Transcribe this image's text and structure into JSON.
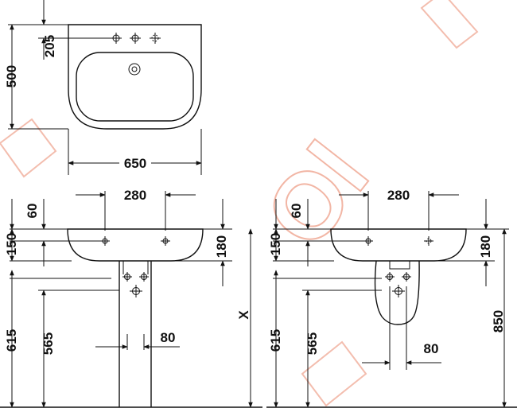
{
  "watermark": {
    "text": "Ol",
    "color": "#f2b6a5"
  },
  "top_view": {
    "width_label": "650",
    "depth_label": "500",
    "tap_offset_label": "205"
  },
  "front_pedestal": {
    "top_label": "280",
    "side_label_60": "60",
    "side_label_150": "150",
    "basin_height_label": "180",
    "floor_label_615": "615",
    "floor_label_565": "565",
    "waste_label": "80",
    "height_label": "X"
  },
  "front_semi": {
    "top_label": "280",
    "side_label_60": "60",
    "side_label_150": "150",
    "basin_height_label": "180",
    "floor_label_615": "615",
    "floor_label_565": "565",
    "waste_label": "80",
    "height_label": "850"
  }
}
